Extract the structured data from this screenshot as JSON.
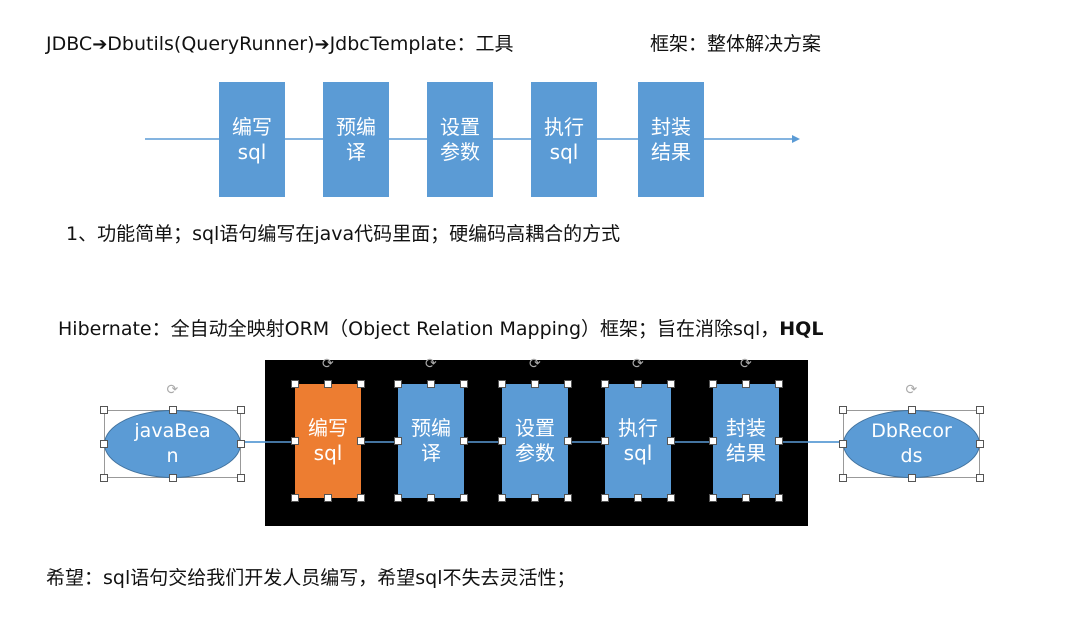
{
  "top": {
    "title_part1": "JDBC",
    "arrow": "➔",
    "title_part2": "Dbutils(QueryRunner)",
    "title_part3": "JdbcTemplate：工具",
    "framework_note": "框架：整体解决方案"
  },
  "flow_top": [
    {
      "line1": "编写",
      "line2": "sql"
    },
    {
      "line1": "预编",
      "line2": "译"
    },
    {
      "line1": "设置",
      "line2": "参数"
    },
    {
      "line1": "执行",
      "line2": "sql"
    },
    {
      "line1": "封装",
      "line2": "结果"
    }
  ],
  "note1": "1、功能简单；sql语句编写在java代码里面；硬编码高耦合的方式",
  "hibernate": {
    "text": "Hibernate：全自动全映射ORM（Object Relation Mapping）框架；旨在消除sql，",
    "hql": "HQL"
  },
  "flow_bottom": {
    "left_ellipse": {
      "line1": "javaBea",
      "line2": "n"
    },
    "right_ellipse": {
      "line1": "DbRecor",
      "line2": "ds"
    },
    "boxes": [
      {
        "line1": "编写",
        "line2": "sql"
      },
      {
        "line1": "预编",
        "line2": "译"
      },
      {
        "line1": "设置",
        "line2": "参数"
      },
      {
        "line1": "执行",
        "line2": "sql"
      },
      {
        "line1": "封装",
        "line2": "结果"
      }
    ]
  },
  "hope": "希望：sql语句交给我们开发人员编写，希望sql不失去灵活性；",
  "colors": {
    "box_blue": "#5b9bd5",
    "box_orange": "#ed7d31",
    "panel_black": "#000000",
    "connector": "#5b9bd5"
  }
}
